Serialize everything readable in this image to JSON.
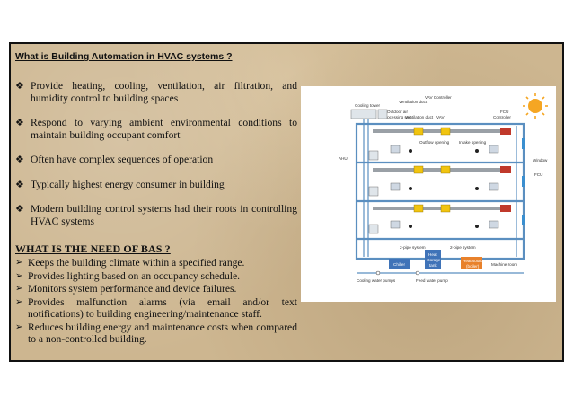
{
  "slide": {
    "title": "What is Building Automation in HVAC systems ?",
    "bullets": [
      "Provide heating, cooling, ventilation, air filtration, and humidity control to building spaces",
      "Respond to varying ambient environmental conditions to maintain building occupant comfort",
      "Often have complex sequences of operation",
      "Typically highest energy consumer in building",
      "Modern building control systems had their roots in controlling HVAC systems"
    ],
    "need_title": "WHAT IS THE NEED OF BAS ?",
    "need_items": [
      "Keeps the building climate within a specified range.",
      "Provides lighting based on an occupancy schedule.",
      "Monitors system performance and device failures.",
      "Provides malfunction alarms (via email and/or text notifications) to building engineering/maintenance staff.",
      "Reduces building energy and maintenance costs when compared to a non-controlled building."
    ],
    "bullet_marker": "❖",
    "arrow_marker": "➢"
  },
  "diagram": {
    "labels": {
      "cooling_tower": "Cooling tower",
      "ventilation_duct": "Ventilation duct",
      "vav_controller": "VAV Controller",
      "outdoor_air": "Outdoor air",
      "processing_unit": "processing unit",
      "ventilation_duct_2": "Ventilation duct",
      "vav": "VAV",
      "fcu": "FCU",
      "controller": "Controller",
      "ahu": "AHU",
      "outflow_opening": "Outflow opening",
      "intake_opening": "Intake opening",
      "window": "Window",
      "fcu_right": "FCU",
      "pipe_system_left": "2-pipe system",
      "pipe_system_right": "2-pipe system",
      "heat_storage_1": "Heat",
      "heat_storage_2": "storage",
      "heat_storage_3": "tank",
      "chiller": "Chiller",
      "heat_source_1": "Heat source",
      "heat_source_2": "(boiler)",
      "machine_room": "Machine room",
      "cooling_water_pumps": "Cooling water pumps",
      "feed_water_pump": "Feed water pump"
    },
    "colors": {
      "pipe_blue": "#5b8fc0",
      "duct_gray": "#9aa0a6",
      "vav_yellow": "#f1c40f",
      "chiller_blue": "#3f73b8",
      "boiler_orange": "#e8812b",
      "sun": "#f5a623"
    }
  }
}
